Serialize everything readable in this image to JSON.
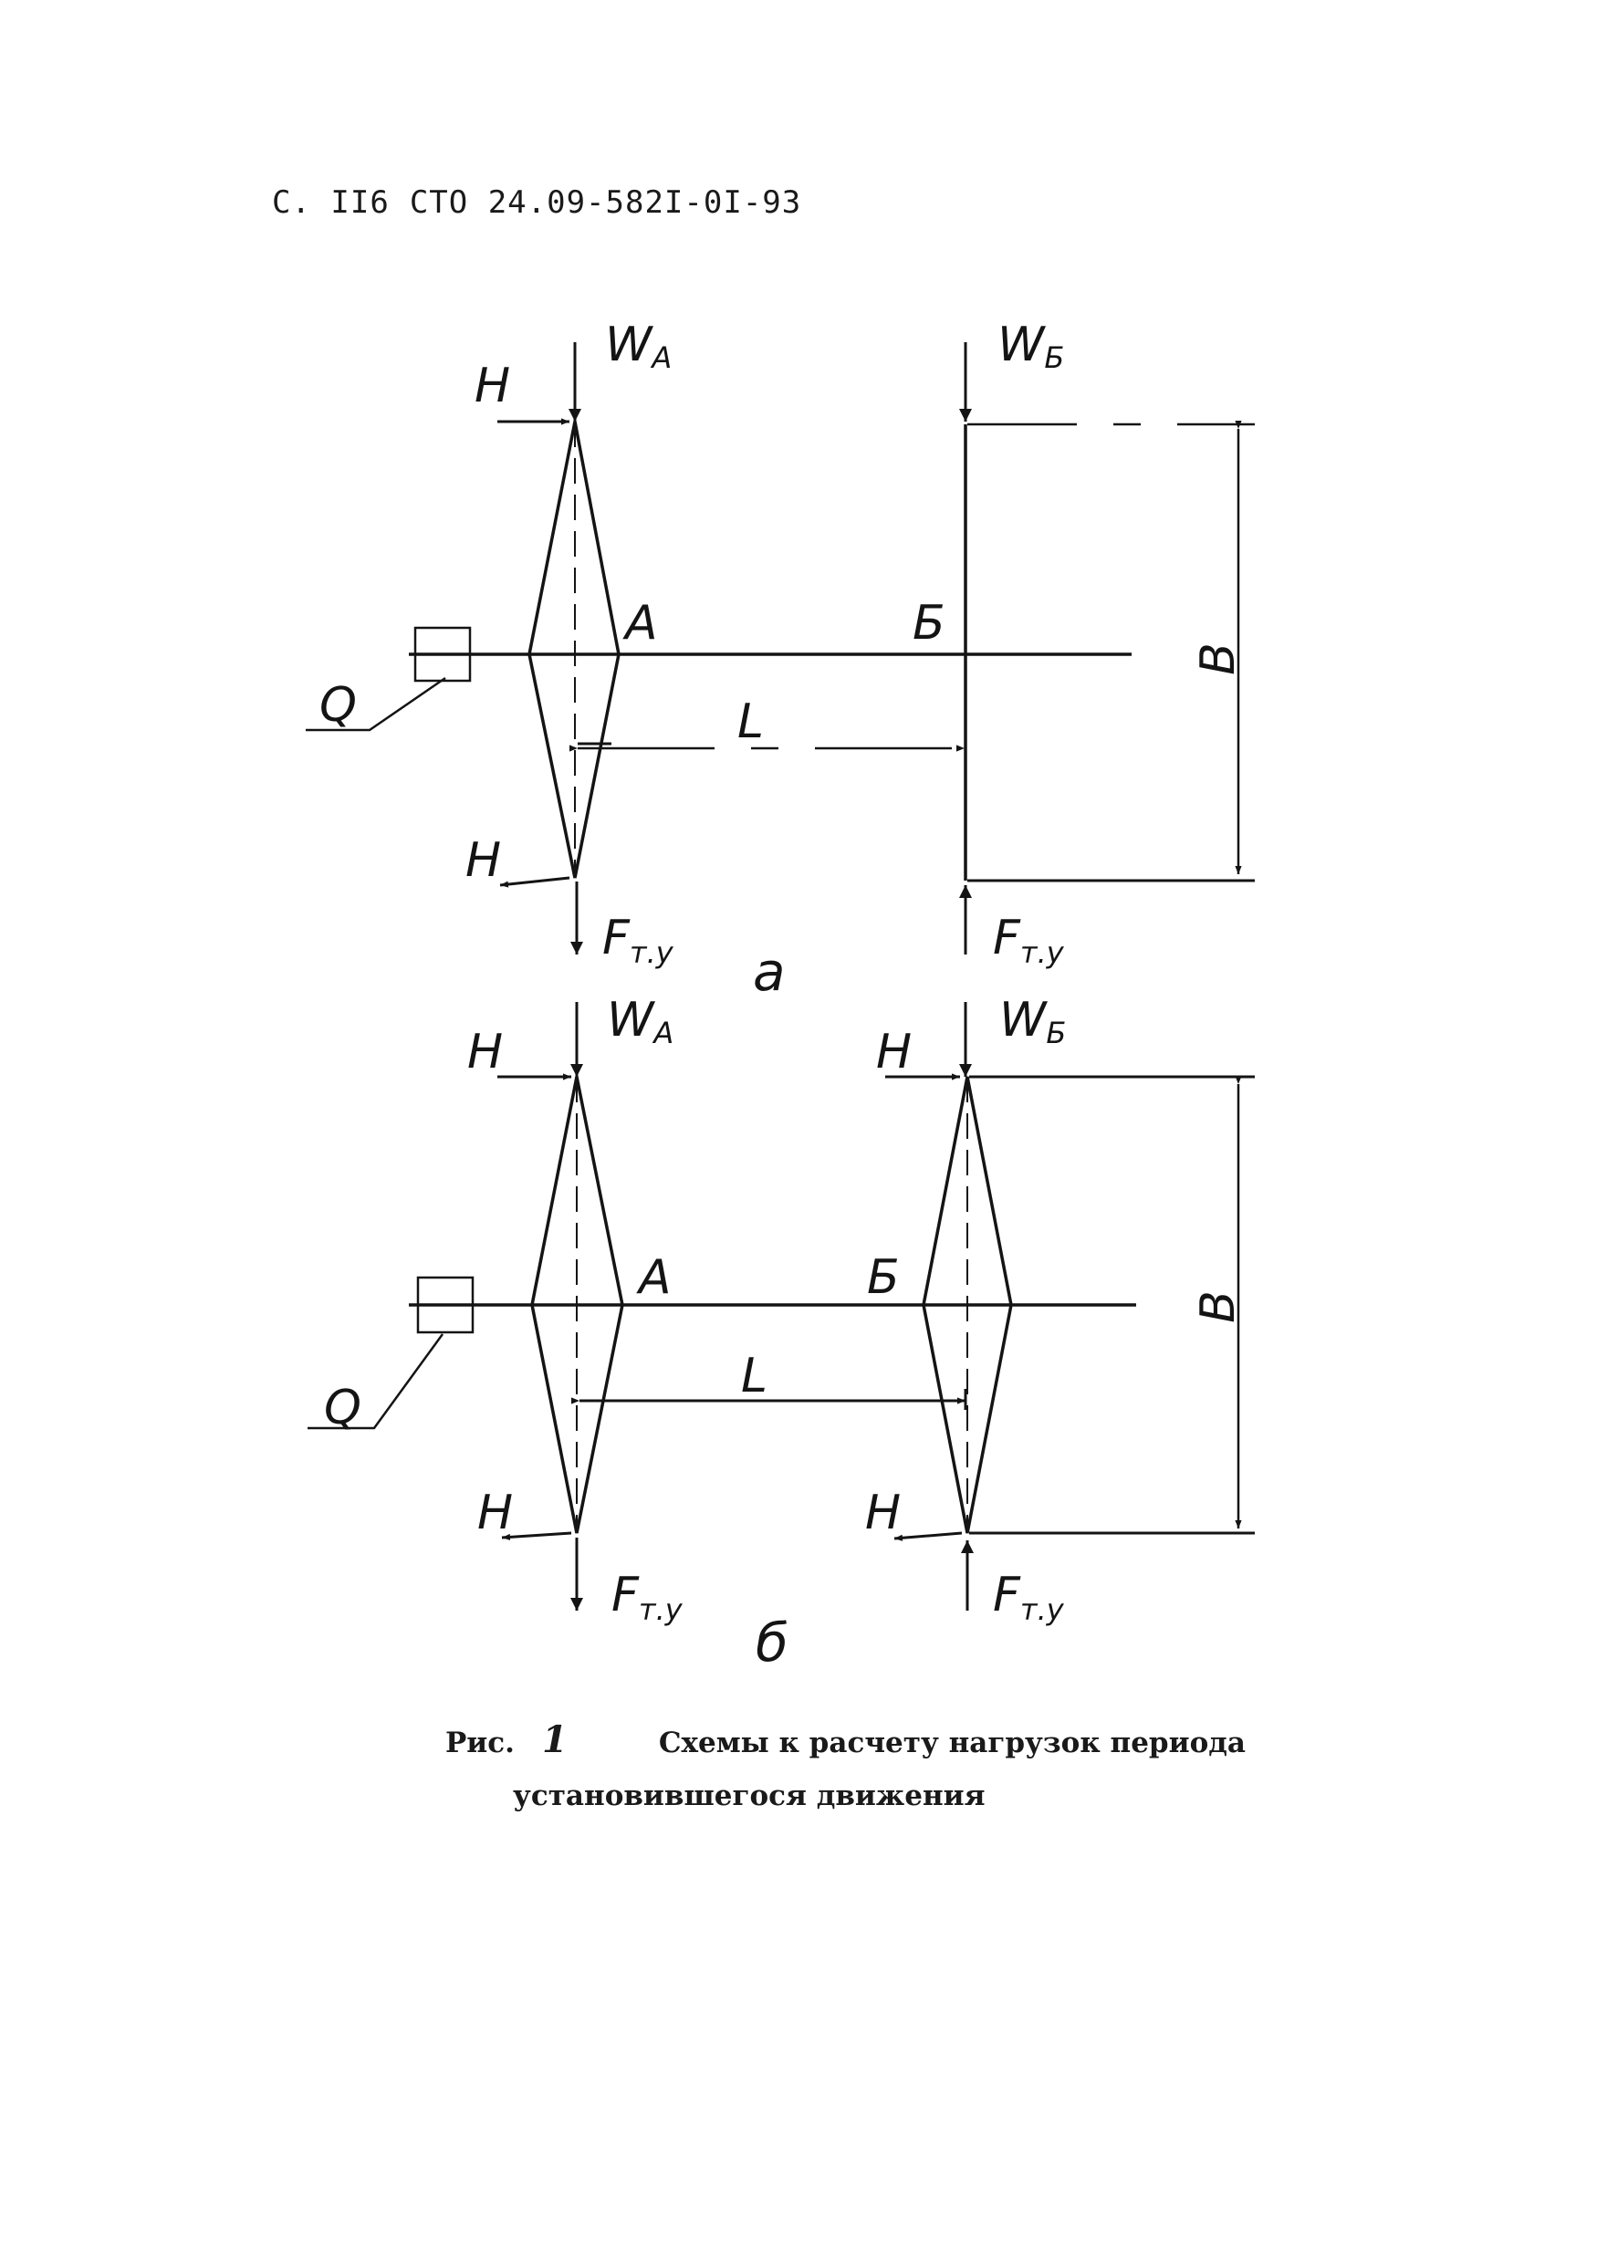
{
  "header": {
    "page": "С. II6",
    "doc": "СТО 24.09-582I-0I-93"
  },
  "labels": {
    "W_A": "W",
    "W_A_sub": "A",
    "W_B": "W",
    "W_B_sub": "Б",
    "H": "H",
    "A": "A",
    "B_cyr": "Б",
    "L": "L",
    "Q": "Q",
    "B": "B",
    "F": "F",
    "F_sub": "т.у"
  },
  "panels": {
    "a": "а",
    "b": "б"
  },
  "caption": {
    "prefix": "Рис.",
    "number": "1",
    "line1": "Схемы к расчету нагрузок периода",
    "line2": "установившегося движения"
  }
}
